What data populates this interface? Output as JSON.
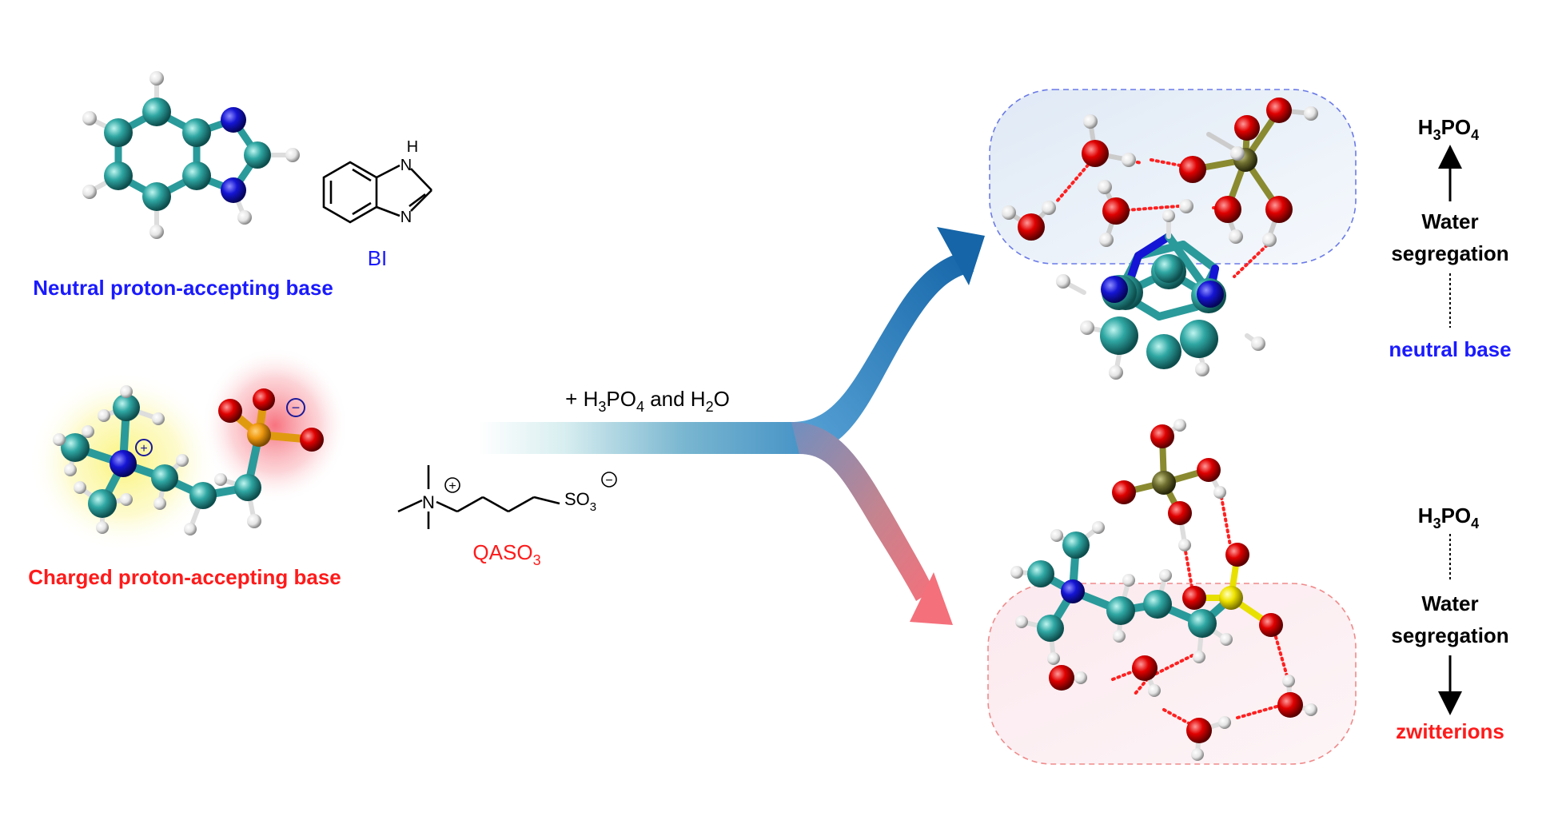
{
  "left": {
    "neutral_caption": "Neutral proton-accepting base",
    "bi_label": "BI",
    "bi_nh_h": "H",
    "bi_nh_n": "N",
    "bi_n": "N",
    "charged_caption": "Charged proton-accepting base",
    "qaso3_label_main": "QASO",
    "qaso3_label_sub": "3",
    "qaso3_n": "N",
    "qaso3_so": "SO",
    "qaso3_so_sub": "3",
    "plus_sign": "+",
    "minus_sign": "−"
  },
  "center": {
    "reagent_prefix": "+ H",
    "reagent_sub1": "3",
    "reagent_mid": "PO",
    "reagent_sub2": "4",
    "reagent_and": " and H",
    "reagent_sub3": "2",
    "reagent_end": "O"
  },
  "right_top": {
    "acid_main": "H",
    "acid_sub1": "3",
    "acid_mid": "PO",
    "acid_sub2": "4",
    "water_line1": "Water",
    "water_line2": "segregation",
    "base_label": "neutral base"
  },
  "right_bottom": {
    "acid_main": "H",
    "acid_sub1": "3",
    "acid_mid": "PO",
    "acid_sub2": "4",
    "water_line1": "Water",
    "water_line2": "segregation",
    "base_label": "zwitterions"
  },
  "colors": {
    "neutral_blue": "#1a1aff",
    "charged_red": "#ff1a1a",
    "carbon": "#2a9d9d",
    "nitrogen": "#1010cc",
    "oxygen": "#dd0000",
    "phosphorus": "#6b6b2a",
    "sulfur": "#e8e000",
    "hydrogen": "#e8e8e8",
    "hbond": "#ff2020",
    "arrow_blue": "#1a6fb0",
    "arrow_red": "#f0707a"
  }
}
